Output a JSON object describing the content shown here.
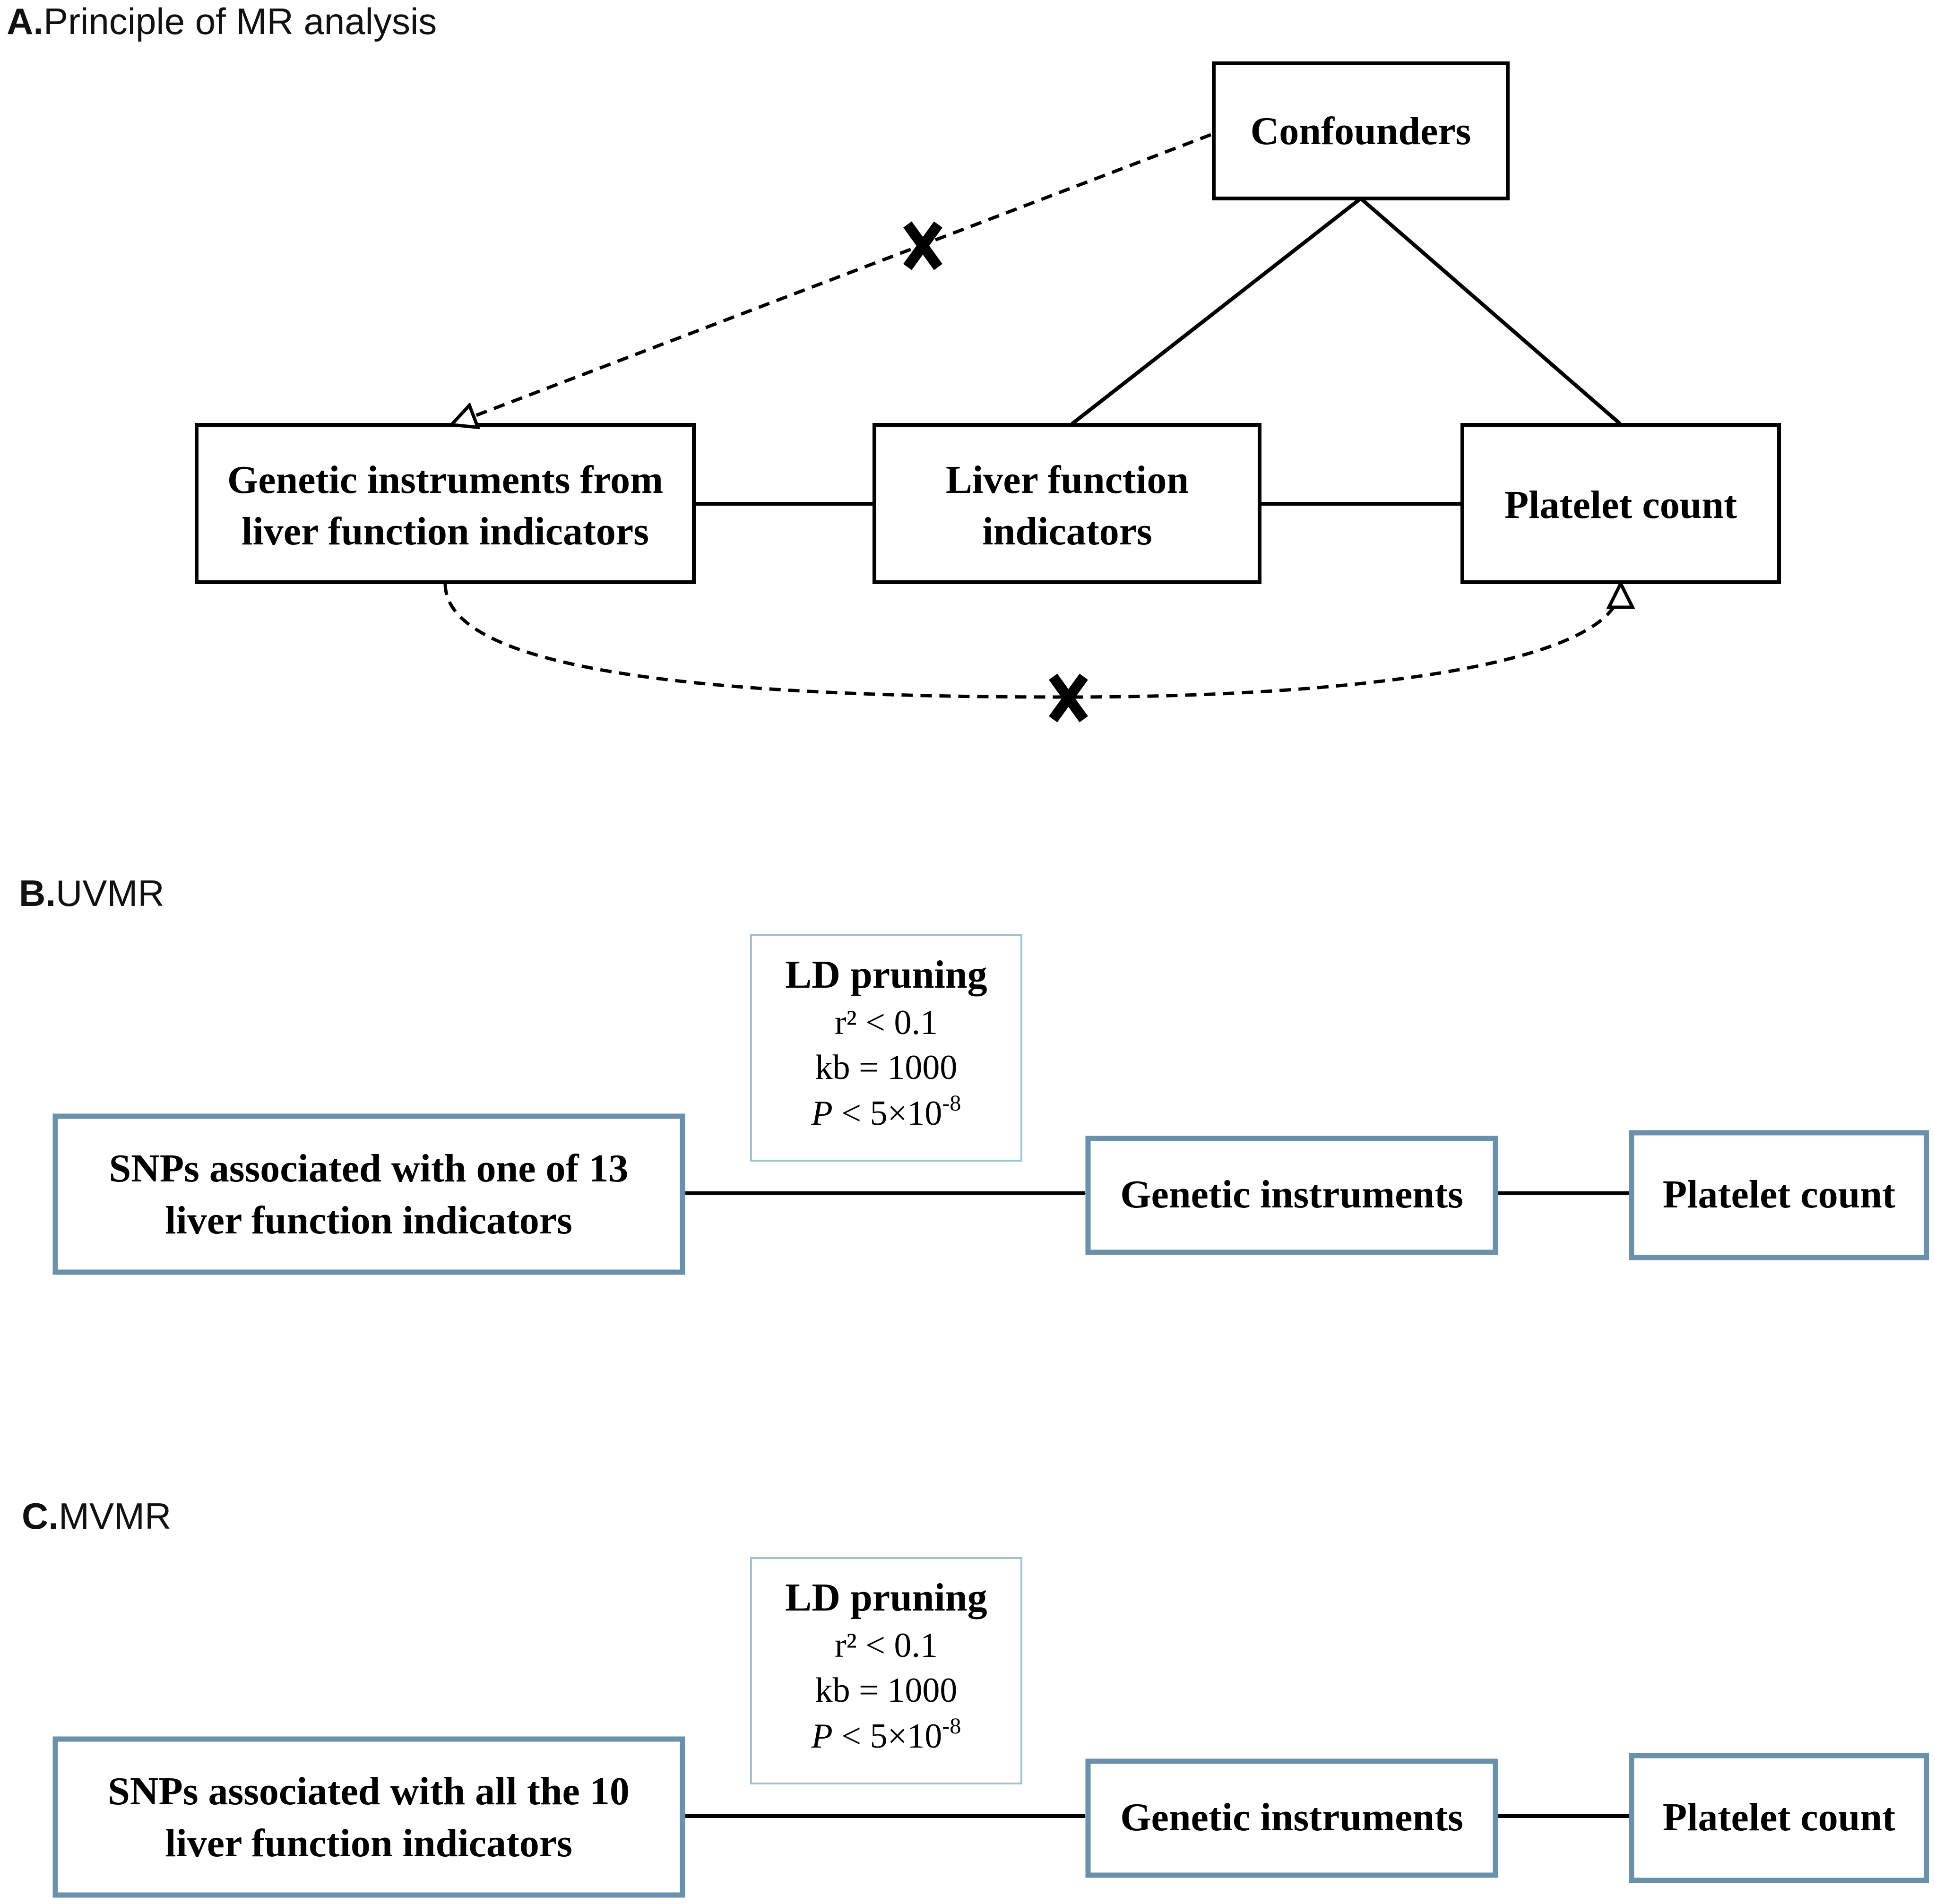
{
  "panel_a": {
    "letter": "A.",
    "title": "Principle of MR analysis",
    "confounders": "Confounders",
    "genetic_line1": "Genetic instruments from",
    "genetic_line2": "liver function indicators",
    "liver_line1": "Liver function",
    "liver_line2": "indicators",
    "platelet": "Platelet count"
  },
  "panel_b": {
    "letter": "B.",
    "title": "UVMR",
    "snp_line1": "SNPs associated with one of 13",
    "snp_line2": "liver function indicators",
    "ld_title": "LD pruning",
    "ld_r2": "r² < 0.1",
    "ld_kb": "kb = 1000",
    "ld_p_symbol": "P",
    "ld_p_value": " < 5×10",
    "ld_p_exp": "-8",
    "instruments": "Genetic instruments",
    "platelet": "Platelet count"
  },
  "panel_c": {
    "letter": "C.",
    "title": "MVMR",
    "snp_line1": "SNPs associated with all the 10",
    "snp_line2": "liver function indicators",
    "ld_title": "LD pruning",
    "ld_r2": "r² < 0.1",
    "ld_kb": "kb = 1000",
    "ld_p_symbol": "P",
    "ld_p_value": " < 5×10",
    "ld_p_exp": "-8",
    "instruments": "Genetic instruments",
    "platelet": "Platelet count"
  },
  "colors": {
    "box_border_blue": "#6a91a9",
    "ld_border": "#9ec3cf",
    "line": "#000000"
  }
}
